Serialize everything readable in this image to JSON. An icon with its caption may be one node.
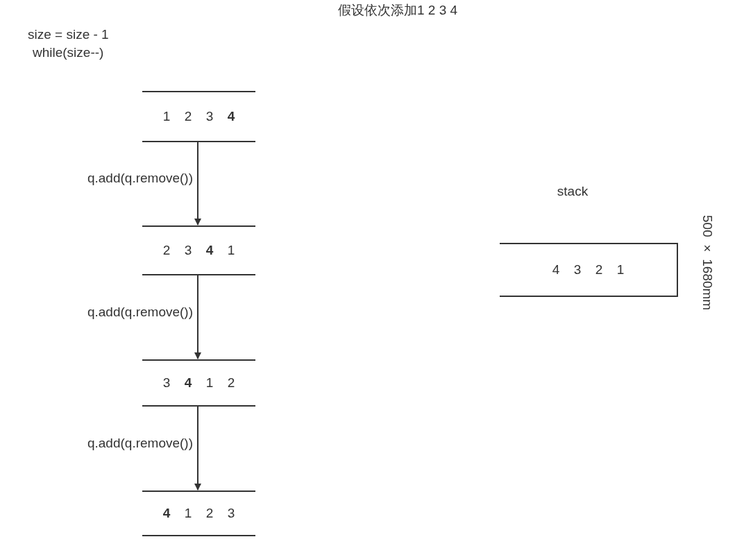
{
  "diagram": {
    "title": "假设依次添加1 2 3 4",
    "nodes": [
      {
        "text": [
          "1 2 3 **4**"
        ]
      },
      {
        "text": [
          "2 3 **4** 1"
        ]
      },
      {
        "text": [
          "3 **4** 1 2"
        ]
      },
      {
        "text": [
          "**4** 1 2 3"
        ]
      },
      {
        "text": [
          "4 3 2 1"
        ],
        "beside": [
          "stack"
        ]
      }
    ],
    "edges": [
      {
        "from": 0,
        "to": 1,
        "arrow": "to",
        "label": "q.add(q.remove())"
      },
      {
        "from": 1,
        "to": 2,
        "arrow": "to",
        "label": "q.add(q.remove())"
      },
      {
        "from": 2,
        "to": 3,
        "arrow": "to",
        "label": "q.add(q.remove())"
      }
    ],
    "labels": [
      "size = size - 1",
      "while(size--)",
      "500 × 1680mm"
    ]
  }
}
